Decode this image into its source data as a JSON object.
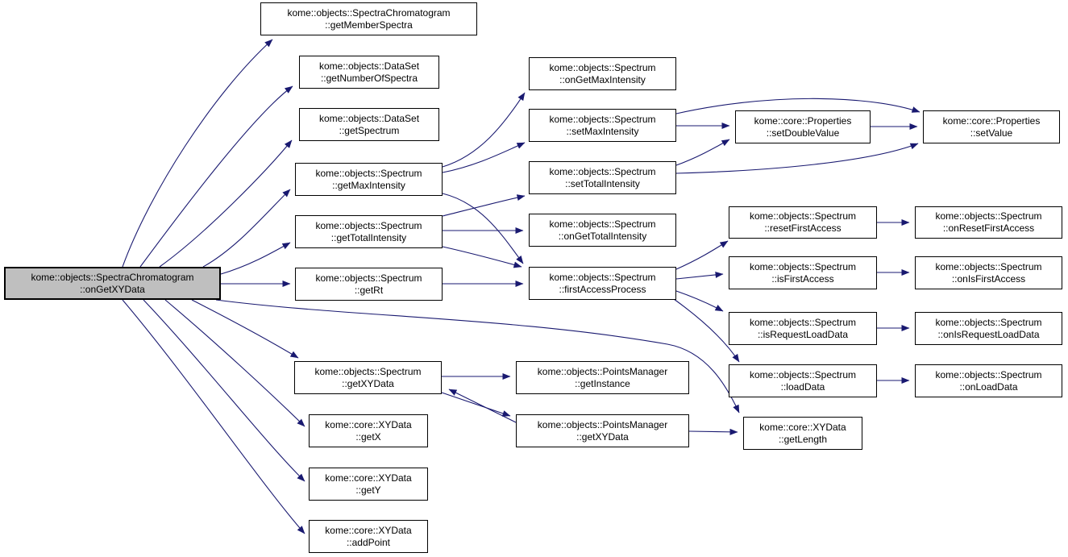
{
  "diagram": {
    "type": "doxygen-call-graph",
    "background_color": "#ffffff",
    "edge_color": "#191970",
    "node_fill": "#ffffff",
    "node_border_color": "#000000",
    "root_node_fill": "#bfbfbf",
    "nodes": {
      "onGetXYData": {
        "label": "kome::objects::SpectraChromatogram\n::onGetXYData"
      },
      "getMemberSpectra": {
        "label": "kome::objects::SpectraChromatogram\n::getMemberSpectra"
      },
      "getNumberOfSpectra": {
        "label": "kome::objects::DataSet\n::getNumberOfSpectra"
      },
      "getSpectrum": {
        "label": "kome::objects::DataSet\n::getSpectrum"
      },
      "getMaxIntensity": {
        "label": "kome::objects::Spectrum\n::getMaxIntensity"
      },
      "getTotalIntensity": {
        "label": "kome::objects::Spectrum\n::getTotalIntensity"
      },
      "getRt": {
        "label": "kome::objects::Spectrum\n::getRt"
      },
      "spectrumGetXYData": {
        "label": "kome::objects::Spectrum\n::getXYData"
      },
      "xyGetX": {
        "label": "kome::core::XYData\n::getX"
      },
      "xyGetY": {
        "label": "kome::core::XYData\n::getY"
      },
      "xyAddPoint": {
        "label": "kome::core::XYData\n::addPoint"
      },
      "onGetMaxIntensity": {
        "label": "kome::objects::Spectrum\n::onGetMaxIntensity"
      },
      "setMaxIntensity": {
        "label": "kome::objects::Spectrum\n::setMaxIntensity"
      },
      "setTotalIntensity": {
        "label": "kome::objects::Spectrum\n::setTotalIntensity"
      },
      "onGetTotalIntensity": {
        "label": "kome::objects::Spectrum\n::onGetTotalIntensity"
      },
      "firstAccessProcess": {
        "label": "kome::objects::Spectrum\n::firstAccessProcess"
      },
      "pmGetInstance": {
        "label": "kome::objects::PointsManager\n::getInstance"
      },
      "pmGetXYData": {
        "label": "kome::objects::PointsManager\n::getXYData"
      },
      "setDoubleValue": {
        "label": "kome::core::Properties\n::setDoubleValue"
      },
      "setValue": {
        "label": "kome::core::Properties\n::setValue"
      },
      "resetFirstAccess": {
        "label": "kome::objects::Spectrum\n::resetFirstAccess"
      },
      "isFirstAccess": {
        "label": "kome::objects::Spectrum\n::isFirstAccess"
      },
      "isRequestLoadData": {
        "label": "kome::objects::Spectrum\n::isRequestLoadData"
      },
      "loadData": {
        "label": "kome::objects::Spectrum\n::loadData"
      },
      "xyGetLength": {
        "label": "kome::core::XYData\n::getLength"
      },
      "onResetFirstAccess": {
        "label": "kome::objects::Spectrum\n::onResetFirstAccess"
      },
      "onIsFirstAccess": {
        "label": "kome::objects::Spectrum\n::onIsFirstAccess"
      },
      "onIsRequestLoadData": {
        "label": "kome::objects::Spectrum\n::onIsRequestLoadData"
      },
      "onLoadData": {
        "label": "kome::objects::Spectrum\n::onLoadData"
      }
    },
    "edges": [
      {
        "from": "onGetXYData",
        "to": "getMemberSpectra"
      },
      {
        "from": "onGetXYData",
        "to": "getNumberOfSpectra"
      },
      {
        "from": "onGetXYData",
        "to": "getSpectrum"
      },
      {
        "from": "onGetXYData",
        "to": "getMaxIntensity"
      },
      {
        "from": "onGetXYData",
        "to": "getTotalIntensity"
      },
      {
        "from": "onGetXYData",
        "to": "getRt"
      },
      {
        "from": "onGetXYData",
        "to": "xyGetLength"
      },
      {
        "from": "onGetXYData",
        "to": "spectrumGetXYData"
      },
      {
        "from": "onGetXYData",
        "to": "xyGetX"
      },
      {
        "from": "onGetXYData",
        "to": "xyGetY"
      },
      {
        "from": "onGetXYData",
        "to": "xyAddPoint"
      },
      {
        "from": "getMaxIntensity",
        "to": "onGetMaxIntensity"
      },
      {
        "from": "getMaxIntensity",
        "to": "setMaxIntensity"
      },
      {
        "from": "getMaxIntensity",
        "to": "firstAccessProcess"
      },
      {
        "from": "getTotalIntensity",
        "to": "setTotalIntensity"
      },
      {
        "from": "getTotalIntensity",
        "to": "onGetTotalIntensity"
      },
      {
        "from": "getTotalIntensity",
        "to": "firstAccessProcess"
      },
      {
        "from": "getRt",
        "to": "firstAccessProcess"
      },
      {
        "from": "setMaxIntensity",
        "to": "setDoubleValue"
      },
      {
        "from": "setMaxIntensity",
        "to": "setValue"
      },
      {
        "from": "setTotalIntensity",
        "to": "setDoubleValue"
      },
      {
        "from": "setTotalIntensity",
        "to": "setValue"
      },
      {
        "from": "setDoubleValue",
        "to": "setValue"
      },
      {
        "from": "firstAccessProcess",
        "to": "resetFirstAccess"
      },
      {
        "from": "firstAccessProcess",
        "to": "isFirstAccess"
      },
      {
        "from": "firstAccessProcess",
        "to": "isRequestLoadData"
      },
      {
        "from": "firstAccessProcess",
        "to": "loadData"
      },
      {
        "from": "resetFirstAccess",
        "to": "onResetFirstAccess"
      },
      {
        "from": "isFirstAccess",
        "to": "onIsFirstAccess"
      },
      {
        "from": "isRequestLoadData",
        "to": "onIsRequestLoadData"
      },
      {
        "from": "loadData",
        "to": "onLoadData"
      },
      {
        "from": "spectrumGetXYData",
        "to": "pmGetInstance"
      },
      {
        "from": "spectrumGetXYData",
        "to": "pmGetXYData"
      },
      {
        "from": "pmGetXYData",
        "to": "spectrumGetXYData"
      },
      {
        "from": "pmGetXYData",
        "to": "xyGetLength"
      }
    ]
  }
}
